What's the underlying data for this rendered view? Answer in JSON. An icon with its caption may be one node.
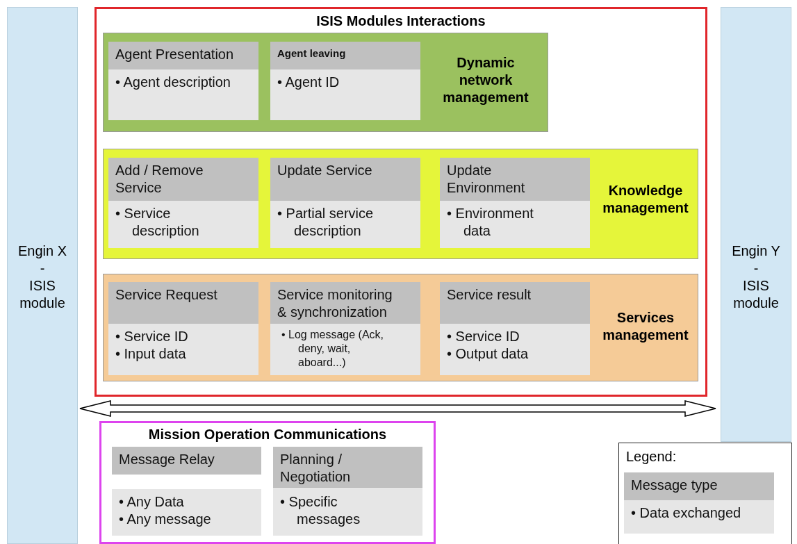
{
  "diagram": {
    "nodes": [
      {
        "text": [
          "Engin X",
          "-",
          "ISIS module"
        ]
      },
      {
        "text": [
          "Engin Y",
          "-",
          "ISIS module"
        ]
      },
      {
        "text": [
          "ISIS Modules Interactions"
        ]
      },
      {
        "text": [
          "Dynamic network management"
        ],
        "in": 2
      },
      {
        "text": [
          "Agent Presentation",
          "• Agent description"
        ],
        "in": 3
      },
      {
        "text": [
          "Agent leaving",
          "• Agent ID"
        ],
        "in": 3
      },
      {
        "text": [
          "Knowledge management"
        ],
        "in": 2
      },
      {
        "text": [
          "Add / Remove Service",
          "• Service description"
        ],
        "in": 6
      },
      {
        "text": [
          "Update Service",
          "• Partial service description"
        ],
        "in": 6
      },
      {
        "text": [
          "Update Environment",
          "• Environment data"
        ],
        "in": 6
      },
      {
        "text": [
          "Services management"
        ],
        "in": 2
      },
      {
        "text": [
          "Service Request",
          "• Service ID",
          "• Input data"
        ],
        "in": 10
      },
      {
        "text": [
          "Service monitoring & synchronization",
          "• Log message (Ack, deny, wait, aboard...)"
        ],
        "in": 10
      },
      {
        "text": [
          "Service result",
          "• Service ID",
          "• Output data"
        ],
        "in": 10
      },
      {
        "text": [
          "Mission Operation Communications"
        ]
      },
      {
        "text": [
          "Message Relay",
          "• Any Data",
          "• Any message"
        ],
        "in": 14
      },
      {
        "text": [
          "Planning / Negotiation",
          "• Specific messages"
        ],
        "in": 14
      },
      {
        "text": [
          "Legend:"
        ]
      },
      {
        "text": [
          "Message type",
          "• Data exchanged"
        ],
        "in": 17
      }
    ],
    "edges": [
      {
        "from": 0,
        "to": 1,
        "arrow": "both"
      }
    ]
  }
}
